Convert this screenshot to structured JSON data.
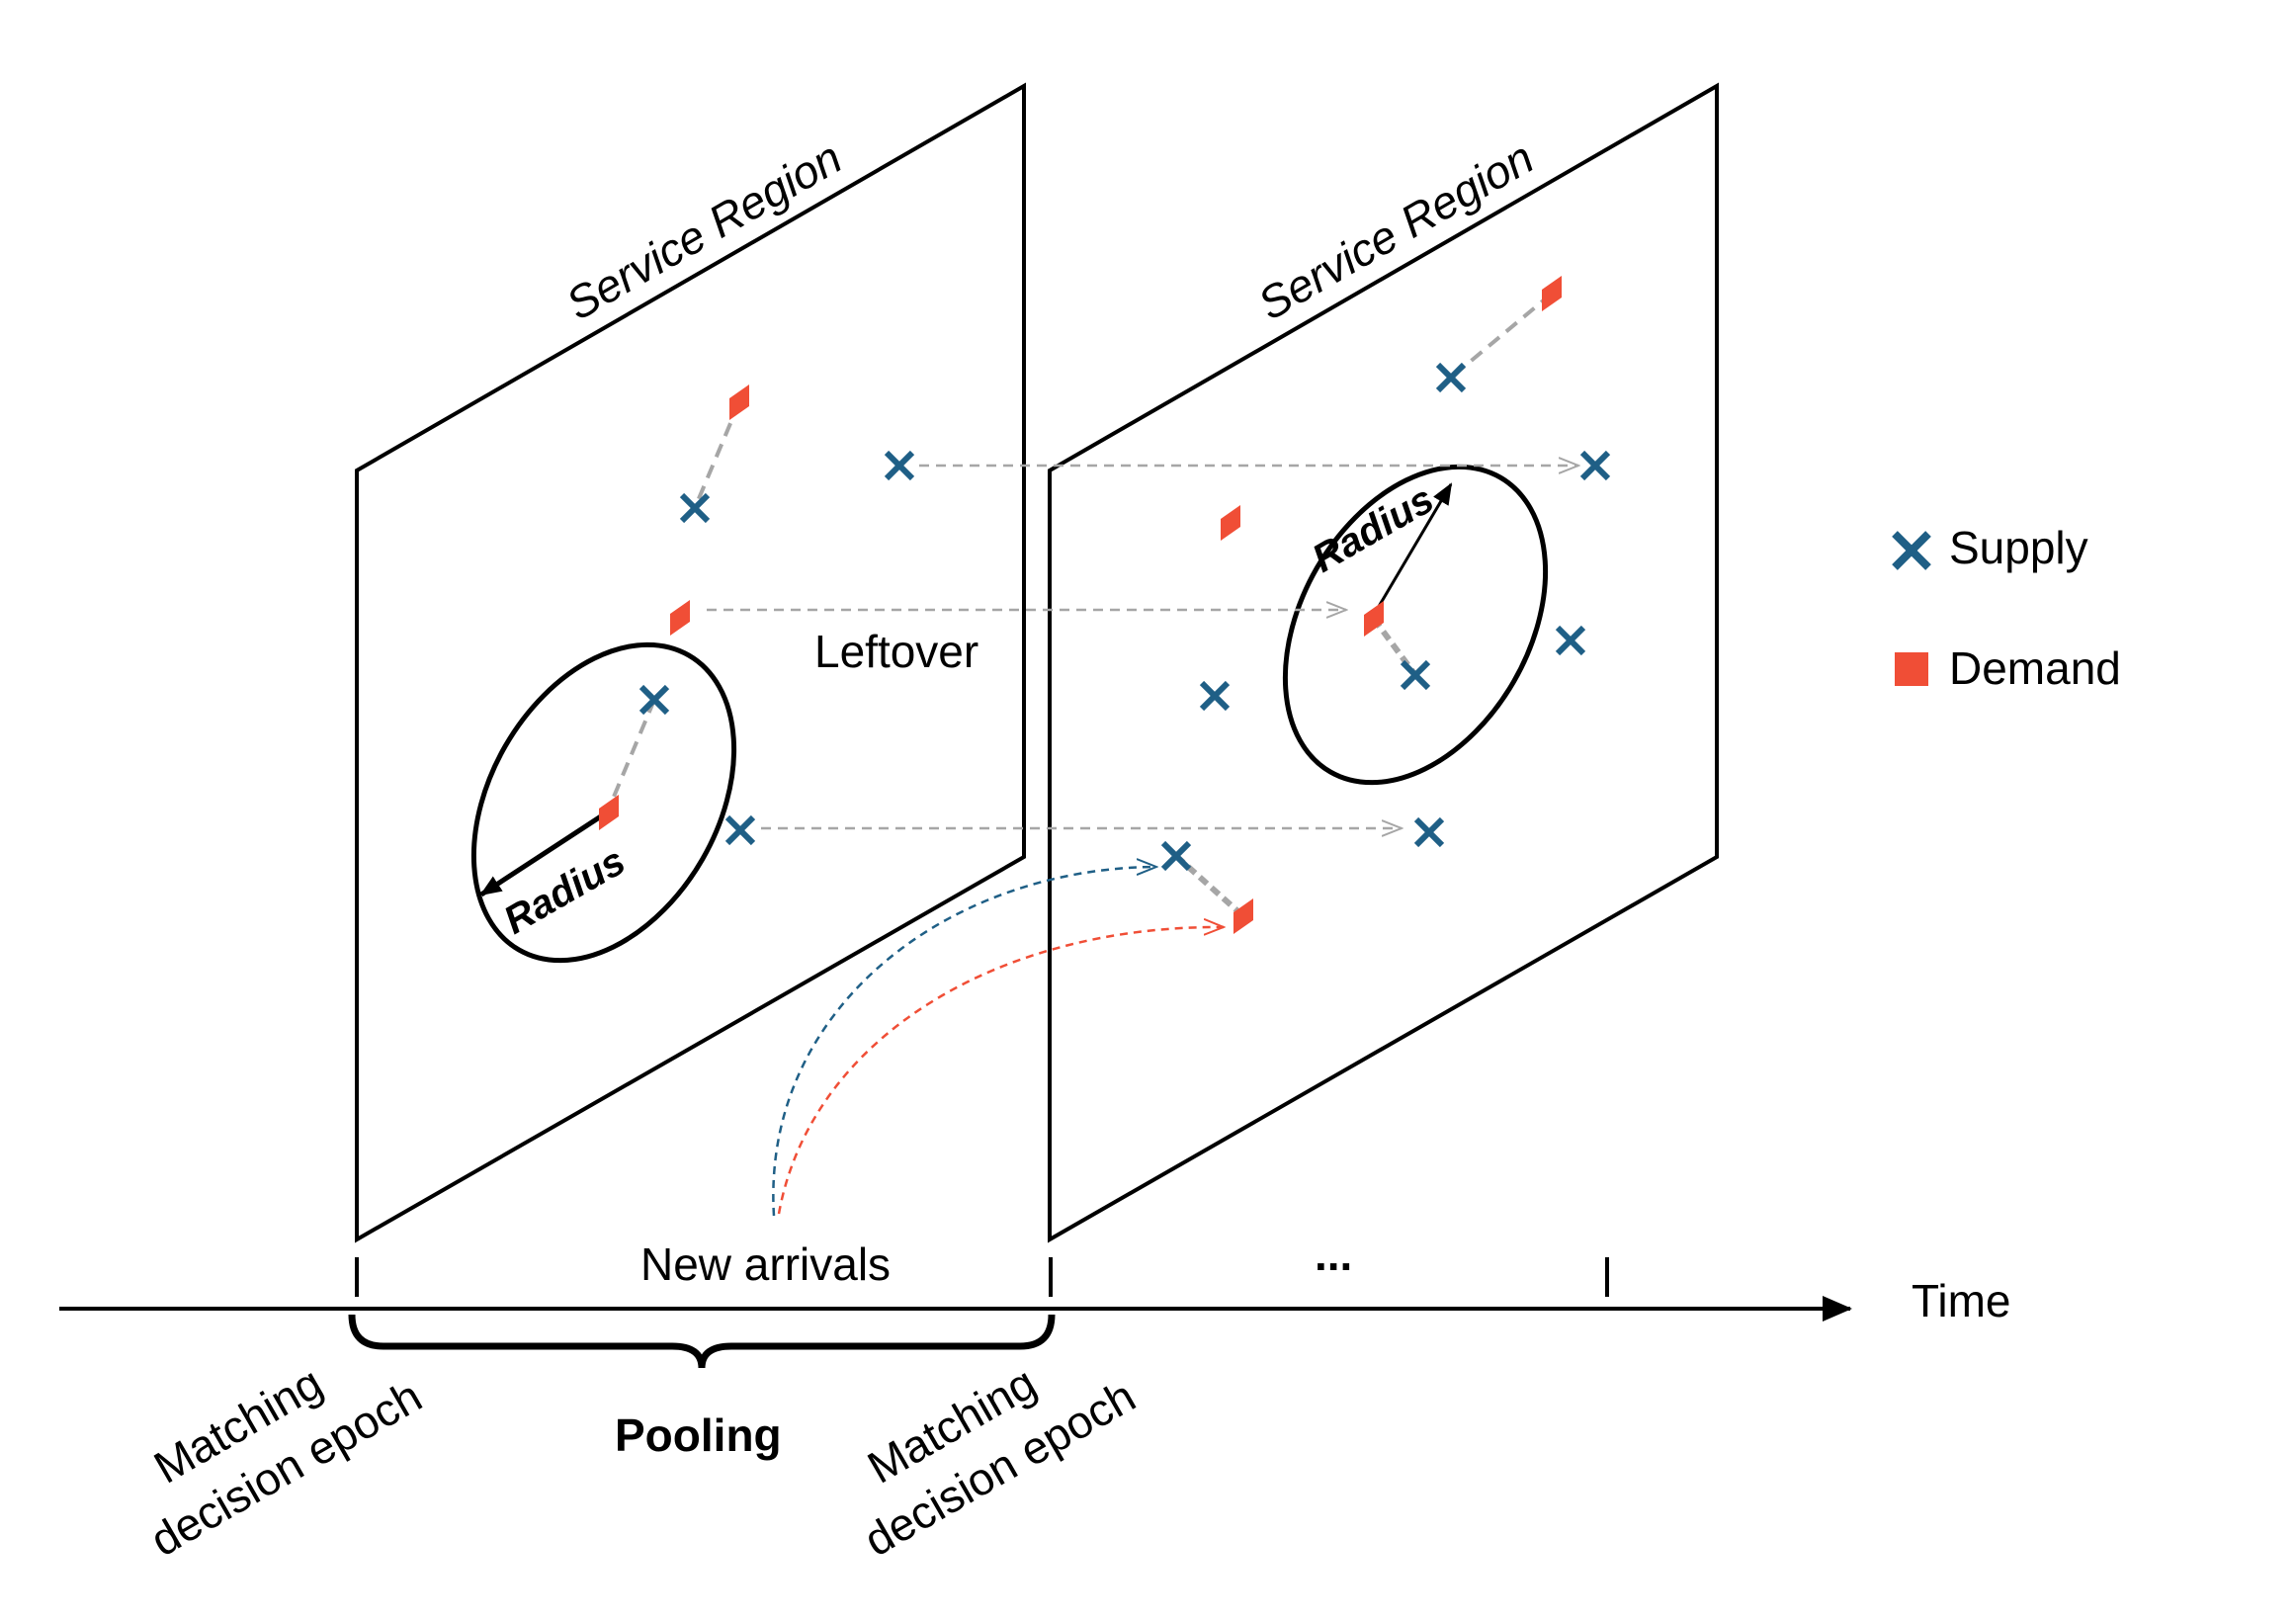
{
  "panels": [
    {
      "service_region_label": "Service Region",
      "radius_label": "Radius"
    },
    {
      "service_region_label": "Service Region",
      "radius_label": "Radius"
    }
  ],
  "annotations": {
    "leftover": "Leftover",
    "new_arrivals": "New arrivals",
    "ellipsis": "..."
  },
  "timeline": {
    "time_label": "Time",
    "pooling_label": "Pooling",
    "epoch_label_line1": "Matching",
    "epoch_label_line2": "decision epoch"
  },
  "legend": {
    "items": [
      {
        "label": "Supply",
        "icon": "cross-marker"
      },
      {
        "label": "Demand",
        "icon": "square-marker"
      }
    ]
  },
  "colors": {
    "supply": "#1f5f86",
    "demand": "#f04e36",
    "frame": "#000000",
    "leftover_arrow": "#a6a6a6",
    "match_link": "#a6a6a6"
  }
}
